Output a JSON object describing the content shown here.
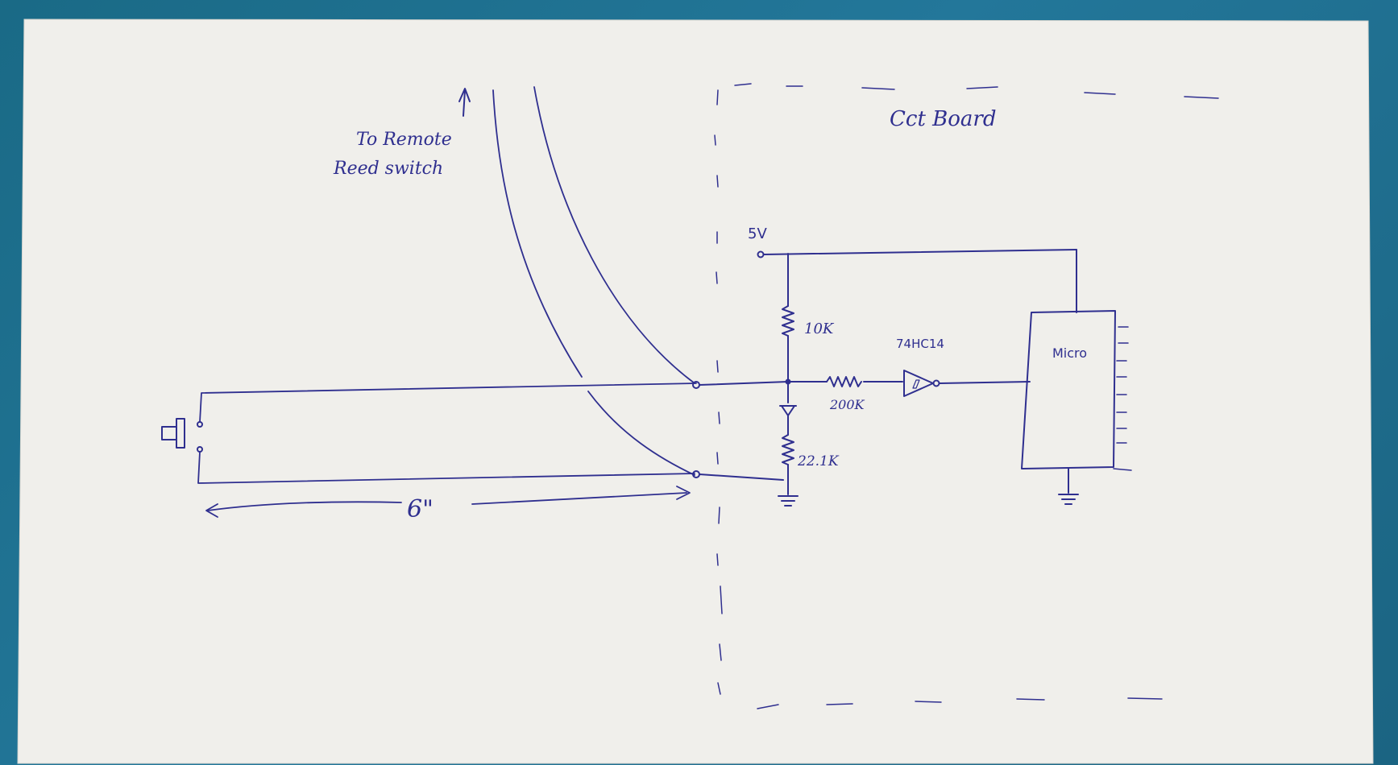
{
  "labels": {
    "remote_line1": "To Remote",
    "remote_line2": "Reed switch",
    "board": "Cct Board",
    "supply": "5V",
    "r_pullup": "10K",
    "ic": "74HC14",
    "r_series": "200K",
    "r_pulldown": "22.1K",
    "micro": "Micro",
    "distance": "6\""
  },
  "colors": {
    "ink": "#2f2f8f",
    "paper": "#f1f0ec",
    "background": "#1f6f8c"
  }
}
